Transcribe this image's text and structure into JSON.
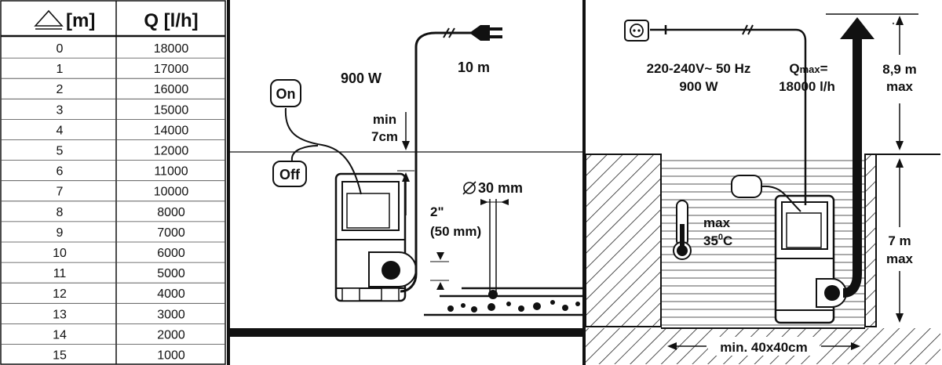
{
  "table": {
    "header_head": "[m]",
    "header_flow": "Q [l/h]",
    "rows": [
      {
        "head": "0",
        "flow": "18000"
      },
      {
        "head": "1",
        "flow": "17000"
      },
      {
        "head": "2",
        "flow": "16000"
      },
      {
        "head": "3",
        "flow": "15000"
      },
      {
        "head": "4",
        "flow": "14000"
      },
      {
        "head": "5",
        "flow": "12000"
      },
      {
        "head": "6",
        "flow": "11000"
      },
      {
        "head": "7",
        "flow": "10000"
      },
      {
        "head": "8",
        "flow": "8000"
      },
      {
        "head": "9",
        "flow": "7000"
      },
      {
        "head": "10",
        "flow": "6000"
      },
      {
        "head": "11",
        "flow": "5000"
      },
      {
        "head": "12",
        "flow": "4000"
      },
      {
        "head": "13",
        "flow": "3000"
      },
      {
        "head": "14",
        "flow": "2000"
      },
      {
        "head": "15",
        "flow": "1000"
      }
    ]
  },
  "left_panel": {
    "power": "900 W",
    "cable_length": "10 m",
    "switch_on": "On",
    "switch_off": "Off",
    "min_level_line1": "min",
    "min_level_line2": "7cm",
    "particle_size": "30 mm",
    "hose_size_line1": "2\"",
    "hose_size_line2": "(50 mm)"
  },
  "right_panel": {
    "voltage": "220-240V~ 50 Hz",
    "power": "900 W",
    "qmax_label_q": "Q",
    "qmax_label_sub": "max",
    "qmax_label_eq": "=",
    "qmax_value": "18000 l/h",
    "max_head_line1": "8,9 m",
    "max_head_line2": "max",
    "max_depth_line1": "7 m",
    "max_depth_line2": "max",
    "temp_line1": "max",
    "temp_value": "35",
    "temp_unit": "C",
    "temp_degree": "0",
    "pit_size": "min. 40x40cm"
  }
}
